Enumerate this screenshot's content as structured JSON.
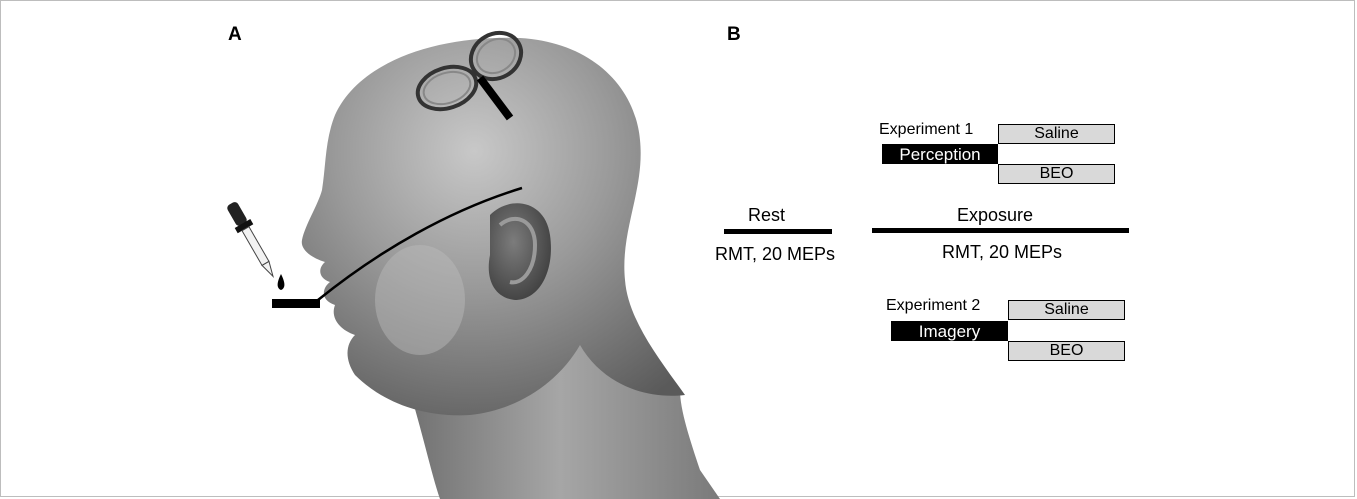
{
  "panels": {
    "a": "A",
    "b": "B"
  },
  "timeline": {
    "rest": {
      "title": "Rest",
      "measure": "RMT, 20 MEPs"
    },
    "exposure": {
      "title": "Exposure",
      "measure": "RMT, 20 MEPs"
    }
  },
  "experiment1": {
    "label": "Experiment  1",
    "condition": "Perception",
    "top_box": "Saline",
    "bottom_box": "BEO"
  },
  "experiment2": {
    "label": "Experiment  2",
    "condition": "Imagery",
    "top_box": "Saline",
    "bottom_box": "BEO"
  },
  "colors": {
    "box_fill": "#d9d9d9",
    "condition_fill": "#000000",
    "head_shade": "#8c8c8c"
  },
  "icons": [
    "human-head-illustration",
    "tms-figure-eight-coil",
    "dropper-icon",
    "droplet-icon"
  ]
}
